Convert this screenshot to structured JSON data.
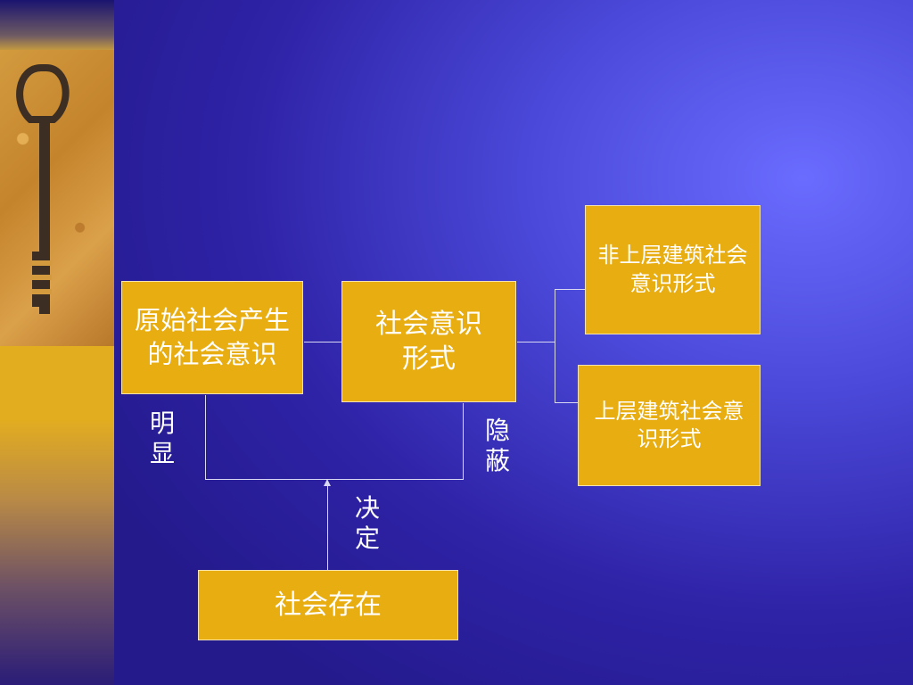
{
  "diagram": {
    "box_primitive": "原始社会产生的社会意识",
    "box_forms": "社会意识形式",
    "box_non_super": "非上层建筑社会意识形式",
    "box_super": "上层建筑社会意识形式",
    "box_existence": "社会存在",
    "label_obvious": "明显",
    "label_hidden": "隐蔽",
    "label_decide": "决定"
  },
  "colors": {
    "box_fill": "#e8ad10",
    "background": "#3a2fb8",
    "text": "#ffffff"
  },
  "decor": {
    "photo_icon": "key-icon"
  }
}
